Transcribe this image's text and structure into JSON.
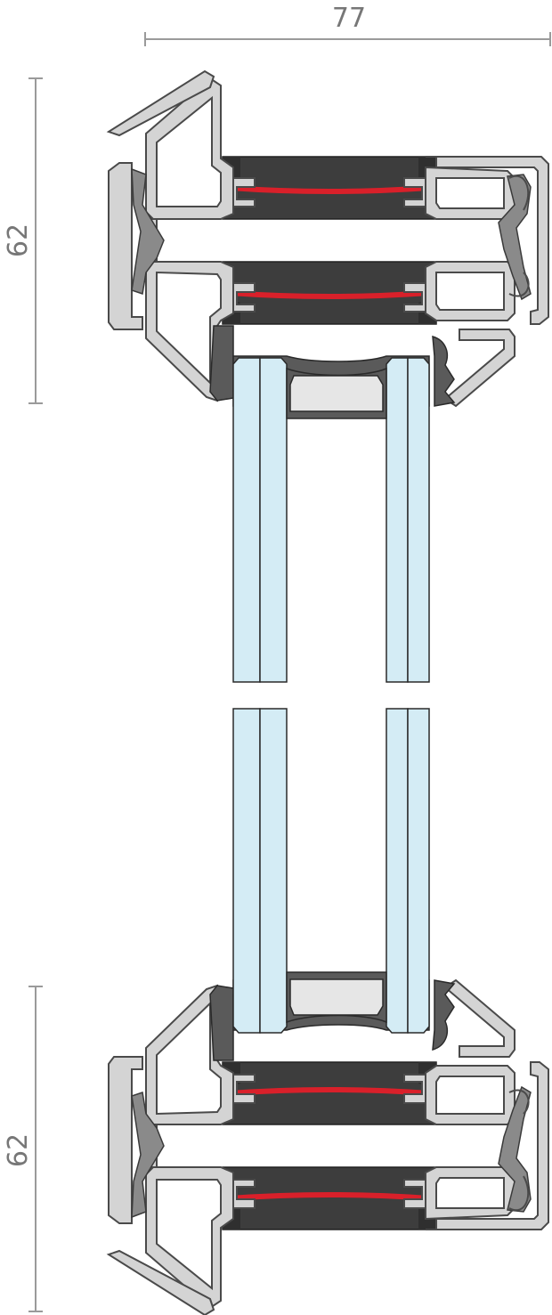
{
  "dimensions": {
    "width_label": "77",
    "top_height_label": "62",
    "bottom_height_label": "62"
  },
  "colors": {
    "dimension_line": "#9a9a9a",
    "dimension_text": "#777777",
    "frame_fill": "#d4d4d4",
    "frame_outline": "#4a4a4a",
    "thermal_break": "#3d3d3d",
    "sealant": "#d9202a",
    "gasket": "#5a5a5a",
    "glass": "#d4ecf5",
    "spacer": "#e6e6e6"
  }
}
